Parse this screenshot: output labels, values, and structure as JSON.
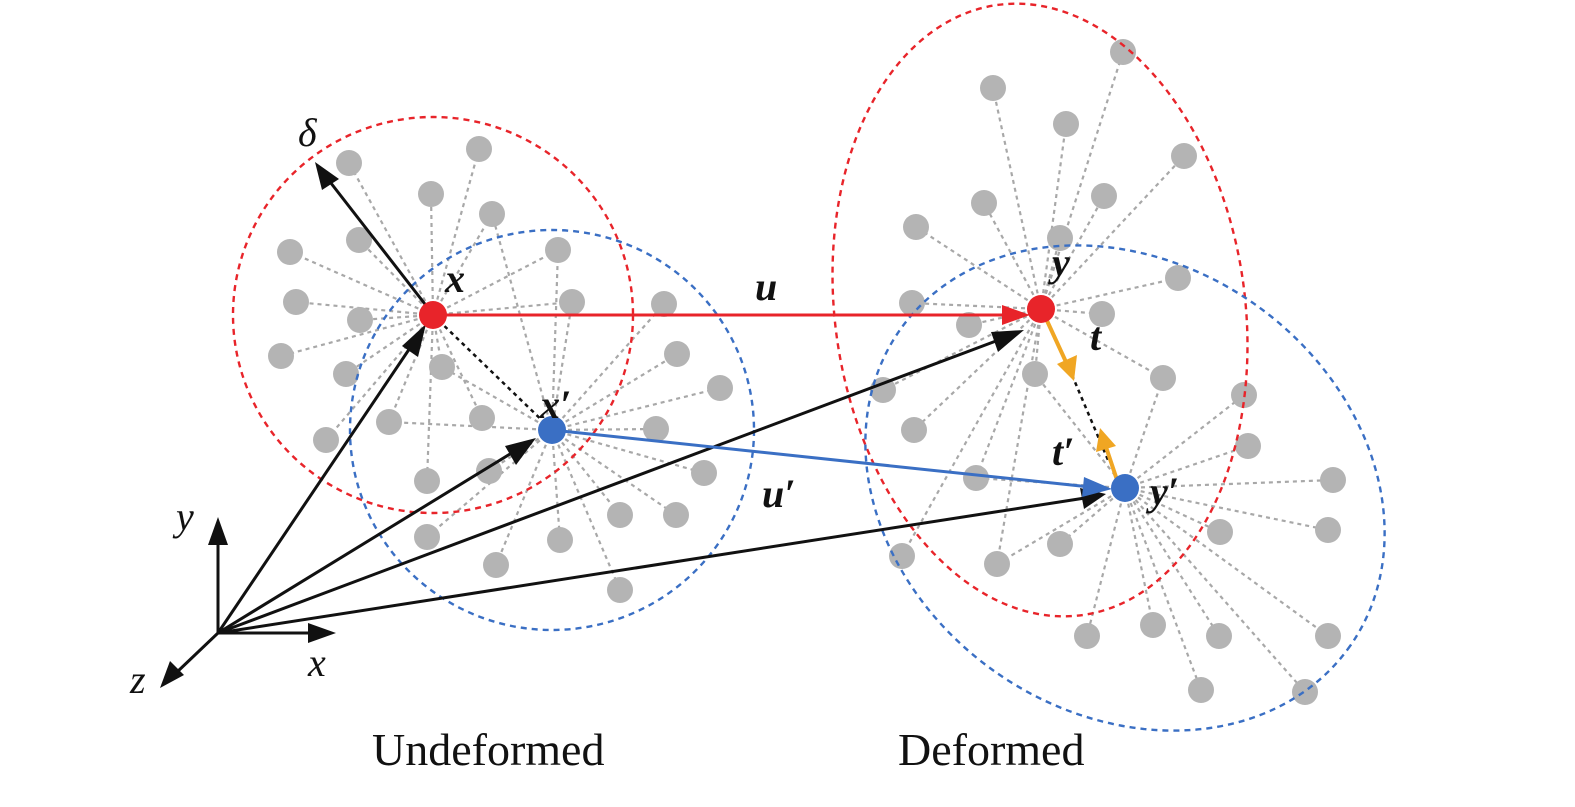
{
  "labels": {
    "x": "x",
    "x_prime": "x′",
    "y": "y",
    "y_prime": "y′",
    "u": "u",
    "u_prime": "u′",
    "t": "t",
    "t_prime": "t′",
    "delta": "δ"
  },
  "axes": {
    "x": "x",
    "y": "y",
    "z": "z"
  },
  "captions": {
    "undeformed": "Undeformed",
    "deformed": "Deformed"
  },
  "colors": {
    "red": "#e8242a",
    "blue": "#3a6fc4",
    "orange": "#f0a623",
    "black": "#111111",
    "node_gray": "#b4b4b4",
    "bond_gray": "#a8a8a8"
  }
}
